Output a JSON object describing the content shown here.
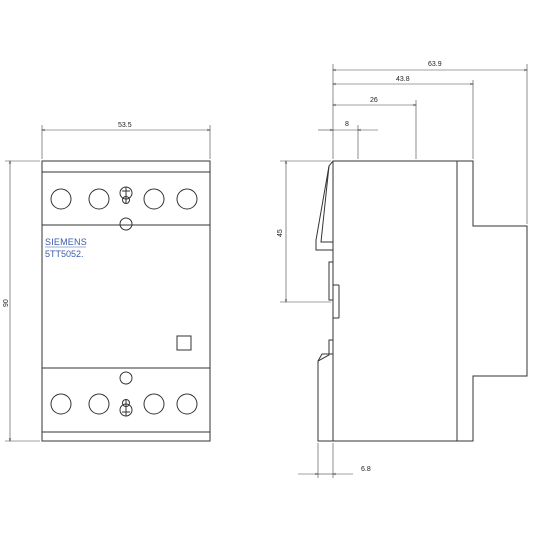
{
  "front_view": {
    "brand": "SIEMENS",
    "model": "5TT5052."
  },
  "dimensions": {
    "front_width": "53.5",
    "front_height": "90",
    "side_total_depth": "63.9",
    "side_depth_2": "43.8",
    "side_depth_3": "26",
    "side_depth_4": "8",
    "side_height_45": "45",
    "side_bottom": "6.8"
  }
}
